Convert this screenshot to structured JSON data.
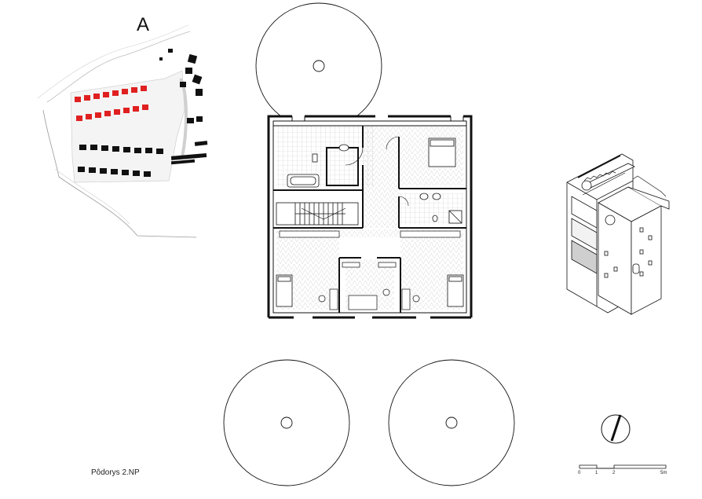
{
  "site_plan": {
    "label": "A",
    "colors": {
      "highlight": "#e02020",
      "building": "#111111"
    }
  },
  "floor_plan": {
    "caption": "Pôdorys 2.NP"
  },
  "scale_bar": {
    "ticks": [
      "0",
      "1",
      "2",
      "5m"
    ]
  },
  "tree_symbols": [
    "tree",
    "tree",
    "tree"
  ],
  "north_arrow": {
    "icon": "north-arrow-icon"
  },
  "axonometric": {
    "icon": "building-axonometric"
  }
}
